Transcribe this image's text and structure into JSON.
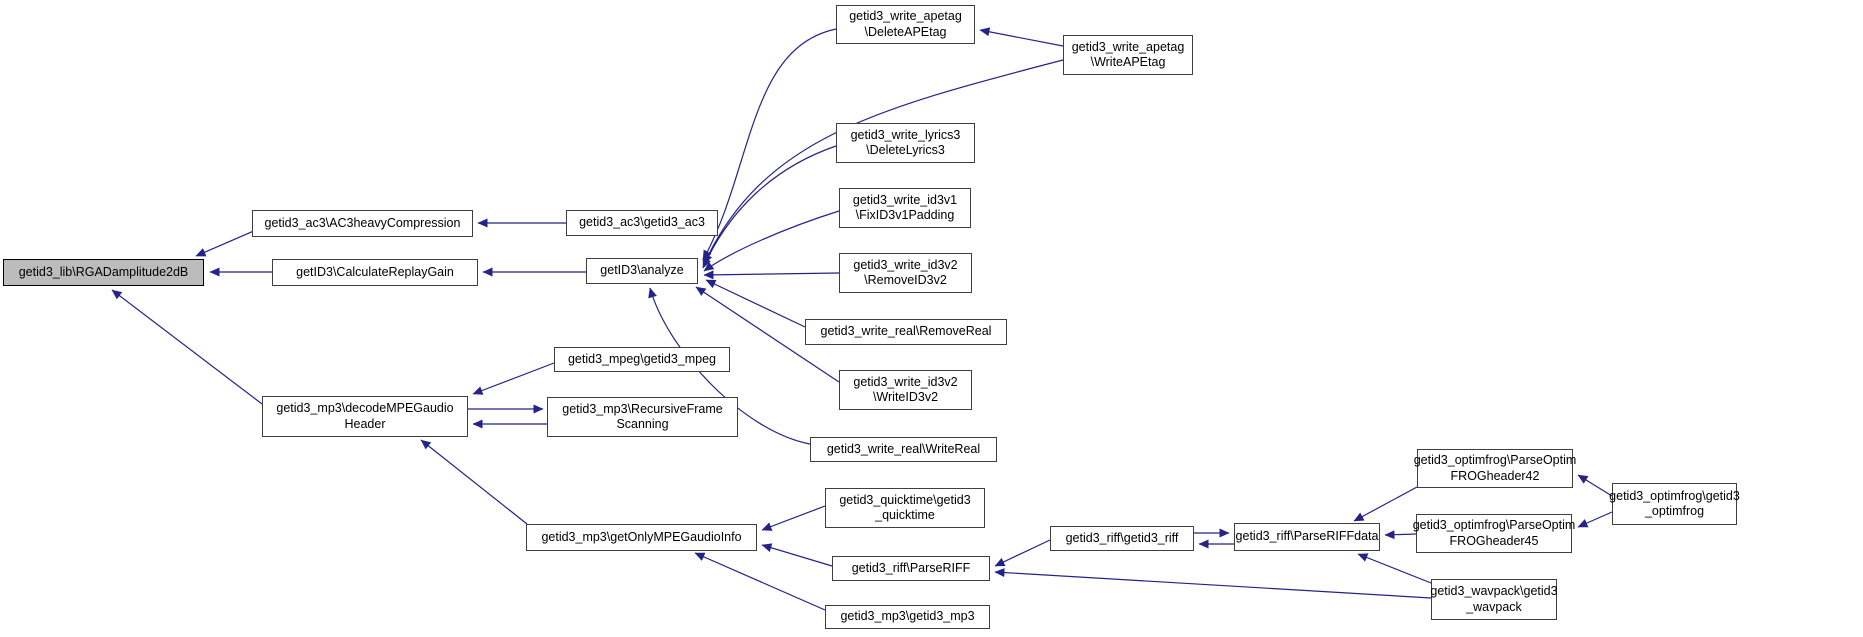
{
  "diagram": {
    "kind": "doxygen-caller-graph",
    "focus_function": "getid3_lib\\RGADamplitude2dB",
    "colors": {
      "background": "#ffffff",
      "node_fill": "#ffffff",
      "node_border": "#3f3f3f",
      "focal_fill": "#bcbcbc",
      "edge": "#23238a"
    }
  },
  "nodes": {
    "rgad": {
      "lines": [
        "getid3_lib\\RGADamplitude2dB"
      ]
    },
    "ac3heavy": {
      "lines": [
        "getid3_ac3\\AC3heavyCompression"
      ]
    },
    "calcrg": {
      "lines": [
        "getID3\\CalculateReplayGain"
      ]
    },
    "ac3": {
      "lines": [
        "getid3_ac3\\getid3_ac3"
      ]
    },
    "analyze": {
      "lines": [
        "getID3\\analyze"
      ]
    },
    "delapetag": {
      "lines": [
        "getid3_write_apetag",
        "\\DeleteAPEtag"
      ]
    },
    "wrapetag": {
      "lines": [
        "getid3_write_apetag",
        "\\WriteAPEtag"
      ]
    },
    "dellyrics": {
      "lines": [
        "getid3_write_lyrics3",
        "\\DeleteLyrics3"
      ]
    },
    "fixid3v1": {
      "lines": [
        "getid3_write_id3v1",
        "\\FixID3v1Padding"
      ]
    },
    "remid3v2": {
      "lines": [
        "getid3_write_id3v2",
        "\\RemoveID3v2"
      ]
    },
    "removereal": {
      "lines": [
        "getid3_write_real\\RemoveReal"
      ]
    },
    "writeid3v2": {
      "lines": [
        "getid3_write_id3v2",
        "\\WriteID3v2"
      ]
    },
    "writereal": {
      "lines": [
        "getid3_write_real\\WriteReal"
      ]
    },
    "mpeg": {
      "lines": [
        "getid3_mpeg\\getid3_mpeg"
      ]
    },
    "decode": {
      "lines": [
        "getid3_mp3\\decodeMPEGaudio",
        "Header"
      ]
    },
    "recursive": {
      "lines": [
        "getid3_mp3\\RecursiveFrame",
        "Scanning"
      ]
    },
    "getonly": {
      "lines": [
        "getid3_mp3\\getOnlyMPEGaudioInfo"
      ]
    },
    "quicktime": {
      "lines": [
        "getid3_quicktime\\getid3",
        "_quicktime"
      ]
    },
    "parseriff": {
      "lines": [
        "getid3_riff\\ParseRIFF"
      ]
    },
    "mp3": {
      "lines": [
        "getid3_mp3\\getid3_mp3"
      ]
    },
    "riff": {
      "lines": [
        "getid3_riff\\getid3_riff"
      ]
    },
    "parseriffdata": {
      "lines": [
        "getid3_riff\\ParseRIFFdata"
      ]
    },
    "frog42": {
      "lines": [
        "getid3_optimfrog\\ParseOptim",
        "FROGheader42"
      ]
    },
    "frog45": {
      "lines": [
        "getid3_optimfrog\\ParseOptim",
        "FROGheader45"
      ]
    },
    "optimfrog": {
      "lines": [
        "getid3_optimfrog\\getid3",
        "_optimfrog"
      ]
    },
    "wavpack": {
      "lines": [
        "getid3_wavpack\\getid3",
        "_wavpack"
      ]
    }
  },
  "edges": [
    {
      "from": "ac3heavy",
      "to": "rgad"
    },
    {
      "from": "calcrg",
      "to": "rgad"
    },
    {
      "from": "decode",
      "to": "rgad"
    },
    {
      "from": "ac3",
      "to": "ac3heavy"
    },
    {
      "from": "analyze",
      "to": "calcrg"
    },
    {
      "from": "delapetag",
      "to": "analyze"
    },
    {
      "from": "wrapetag",
      "to": "analyze"
    },
    {
      "from": "dellyrics",
      "to": "analyze"
    },
    {
      "from": "fixid3v1",
      "to": "analyze"
    },
    {
      "from": "remid3v2",
      "to": "analyze"
    },
    {
      "from": "removereal",
      "to": "analyze"
    },
    {
      "from": "writeid3v2",
      "to": "analyze"
    },
    {
      "from": "writereal",
      "to": "analyze"
    },
    {
      "from": "wrapetag",
      "to": "delapetag"
    },
    {
      "from": "mpeg",
      "to": "decode"
    },
    {
      "from": "decode",
      "to": "recursive"
    },
    {
      "from": "recursive",
      "to": "decode"
    },
    {
      "from": "getonly",
      "to": "decode"
    },
    {
      "from": "quicktime",
      "to": "getonly"
    },
    {
      "from": "parseriff",
      "to": "getonly"
    },
    {
      "from": "mp3",
      "to": "getonly"
    },
    {
      "from": "riff",
      "to": "parseriff"
    },
    {
      "from": "wavpack",
      "to": "parseriff"
    },
    {
      "from": "riff",
      "to": "parseriffdata"
    },
    {
      "from": "parseriffdata",
      "to": "riff"
    },
    {
      "from": "frog42",
      "to": "parseriffdata"
    },
    {
      "from": "frog45",
      "to": "parseriffdata"
    },
    {
      "from": "wavpack",
      "to": "parseriffdata"
    },
    {
      "from": "optimfrog",
      "to": "frog42"
    },
    {
      "from": "optimfrog",
      "to": "frog45"
    }
  ]
}
